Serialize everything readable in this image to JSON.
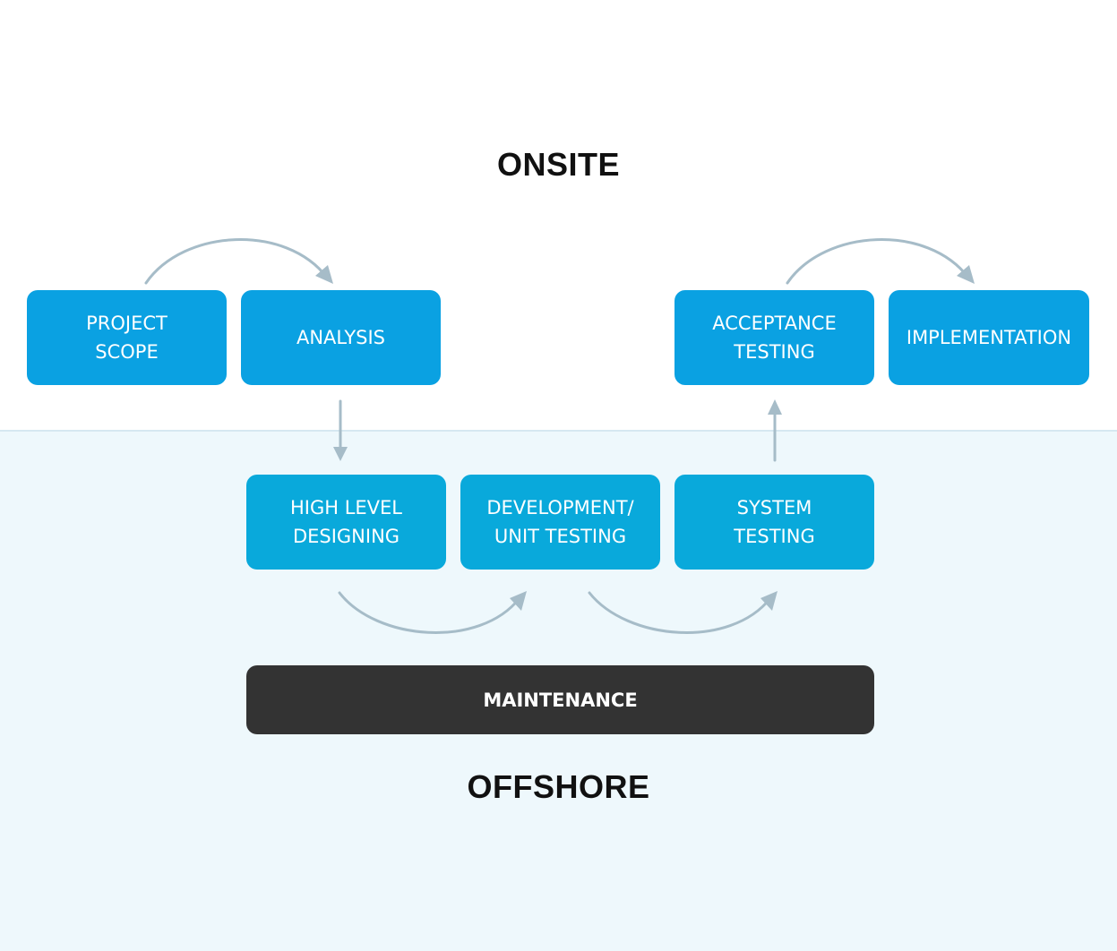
{
  "zones": {
    "onsite_label": "ONSITE",
    "offshore_label": "OFFSHORE"
  },
  "onsite_steps": {
    "project_scope": "PROJECT\nSCOPE",
    "analysis": "ANALYSIS",
    "acceptance_testing": "ACCEPTANCE\nTESTING",
    "implementation": "IMPLEMENTATION"
  },
  "offshore_steps": {
    "high_level_designing": "HIGH LEVEL\nDESIGNING",
    "development_unit_testing": "DEVELOPMENT/\nUNIT TESTING",
    "system_testing": "SYSTEM\nTESTING",
    "maintenance": "MAINTENANCE"
  },
  "colors": {
    "onsite_box": "#0aa1e2",
    "offshore_box": "#09a9db",
    "maintenance_box": "#333333",
    "offshore_background": "#eef8fc",
    "arrow": "#a6bcc8"
  }
}
